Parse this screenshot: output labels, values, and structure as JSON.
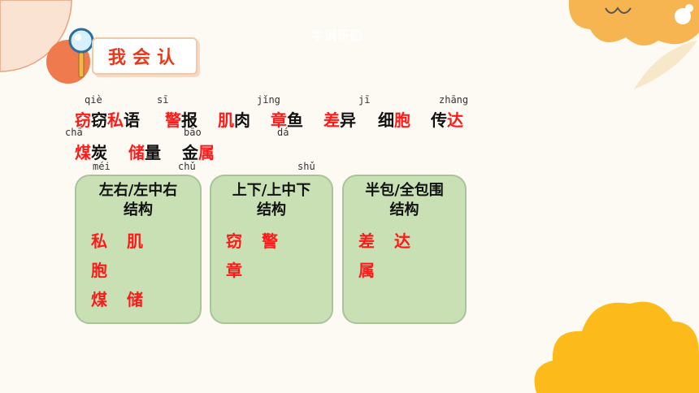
{
  "slide": {
    "watermark": "字词乐园",
    "title": "我会认"
  },
  "pinyin": [
    "qiè",
    "sī",
    "jǐng",
    "jī",
    "zhāng",
    "chā",
    "bāo",
    "dá",
    "méi",
    "chǔ",
    "shǔ"
  ],
  "words_row1": [
    {
      "red": "窃",
      "rest": "窃"
    },
    {
      "red": "私",
      "rest": "语"
    },
    {
      "red": "警",
      "rest": "报"
    },
    {
      "red": "肌",
      "rest": "肉"
    },
    {
      "red": "章",
      "rest": "鱼"
    },
    {
      "red": "差",
      "rest": "异"
    },
    {
      "pre": "细",
      "red": "胞"
    },
    {
      "pre": "传",
      "red": "达"
    }
  ],
  "words_row2": [
    {
      "red": "煤",
      "rest": "炭"
    },
    {
      "red": "储",
      "rest": "量"
    },
    {
      "pre": "金",
      "red": "属"
    }
  ],
  "cards": [
    {
      "title_1": "左右/左中右",
      "title_2": "结构",
      "line_1": [
        "私",
        "肌",
        "胞"
      ],
      "line_2": [
        "煤",
        "储"
      ]
    },
    {
      "title_1": "上下/上中下",
      "title_2": "结构",
      "line_1": [
        "窃",
        "警",
        "章"
      ]
    },
    {
      "title_1": "半包/全包围",
      "title_2": "结构",
      "line_1": [
        "差",
        "达",
        "属"
      ]
    }
  ],
  "colors": {
    "accent_red": "#ff1a1a",
    "card_green": "#c8e0b4",
    "orange": "#f4a04a",
    "yellow": "#fcbb1a"
  }
}
